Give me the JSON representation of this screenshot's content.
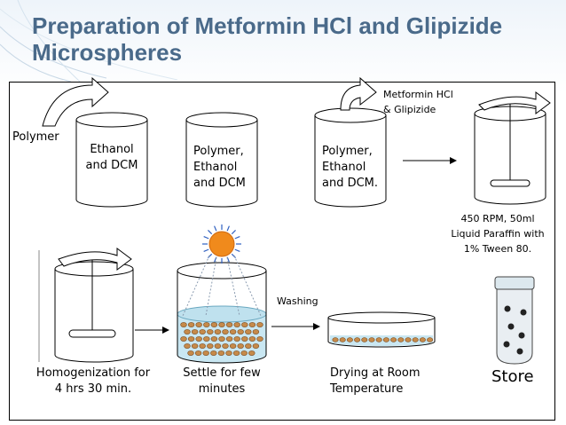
{
  "slide": {
    "title_line1": "Preparation of Metformin HCl and Glipizide",
    "title_line2": "Microspheres"
  },
  "steps": {
    "polymer_label": "Polymer",
    "step1_line1": "Ethanol",
    "step1_line2": "and DCM",
    "step2_line1": "Polymer,",
    "step2_line2": "Ethanol",
    "step2_line3": "and DCM",
    "step3_line1": "Polymer,",
    "step3_line2": "Ethanol",
    "step3_line3": "and DCM.",
    "drug_line1": "Metformin HCl",
    "drug_line2": "& Glipizide",
    "stir_line1": "450 RPM, 50ml",
    "stir_line2": "Liquid Paraffin with",
    "stir_line3": "1% Tween 80.",
    "homog_line1": "Homogenization for",
    "homog_line2": "4 hrs 30 min.",
    "settle_line1": "Settle for few",
    "settle_line2": "minutes",
    "washing": "Washing",
    "dry_line1": "Drying at Room",
    "dry_line2": "Temperature",
    "store": "Store"
  },
  "colors": {
    "title": "#4a6a8a",
    "liquid": "#c9e7f2",
    "bead": "#c68a4a",
    "sun": "#f08a1c",
    "sun_rays": "#3060c0"
  }
}
